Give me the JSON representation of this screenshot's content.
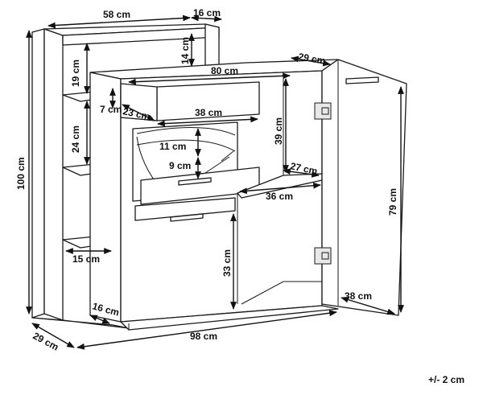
{
  "dimensions": {
    "top_width": "58 cm",
    "top_depth": "16 cm",
    "top_shelf_height": "14 cm",
    "cabinet_width": "80 cm",
    "door_depth": "29 cm",
    "upper_shelf_height": "19 cm",
    "drawer_height": "7 cm",
    "drawer_depth": "23 cm",
    "drawer_width": "38 cm",
    "middle_shelf_height": "24 cm",
    "shoe_compartment_height": "39 cm",
    "shoe_flap_upper": "11 cm",
    "shoe_flap_lower": "9 cm",
    "inner_depth": "27 cm",
    "inner_width": "36 cm",
    "total_height": "100 cm",
    "door_height": "79 cm",
    "lower_shelf_width": "15 cm",
    "lower_compartment_height": "33 cm",
    "door_width": "38 cm",
    "base_depth_right": "16 cm",
    "base_depth_left": "29 cm",
    "total_width": "98 cm"
  },
  "tolerance": "+/- 2 cm"
}
